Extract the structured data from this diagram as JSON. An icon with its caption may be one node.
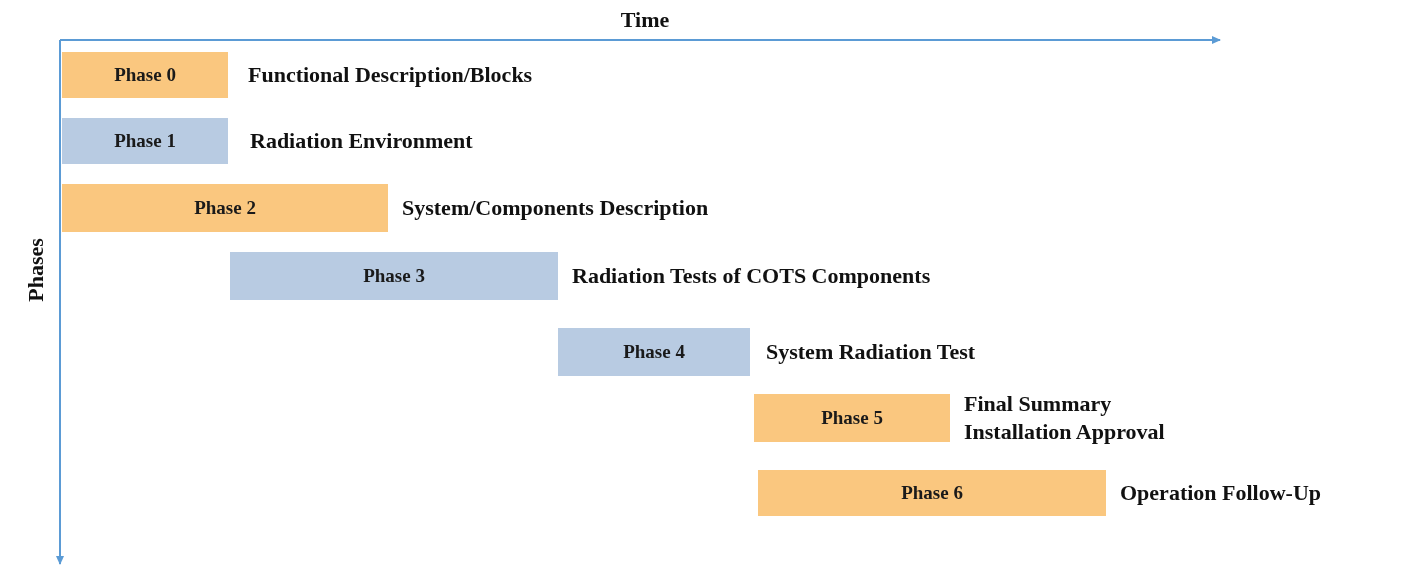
{
  "diagram": {
    "nodes": [
      {
        "text": [
          "Phase 0"
        ],
        "beside": [
          "Functional Description/Blocks"
        ]
      },
      {
        "text": [
          "Phase 1"
        ],
        "beside": [
          "Radiation Environment"
        ]
      },
      {
        "text": [
          "Phase 2"
        ],
        "beside": [
          "System/Components Description"
        ]
      },
      {
        "text": [
          "Phase 3"
        ],
        "beside": [
          "Radiation Tests of COTS Components"
        ]
      },
      {
        "text": [
          "Phase 4"
        ],
        "beside": [
          "System Radiation Test"
        ]
      },
      {
        "text": [
          "Phase 5"
        ],
        "beside": [
          "Final Summary Installation Approval"
        ]
      },
      {
        "text": [
          "Phase 6"
        ],
        "beside": [
          "Operation Follow-Up"
        ]
      }
    ],
    "edges": [],
    "labels": [
      "Time",
      "Phases"
    ]
  }
}
